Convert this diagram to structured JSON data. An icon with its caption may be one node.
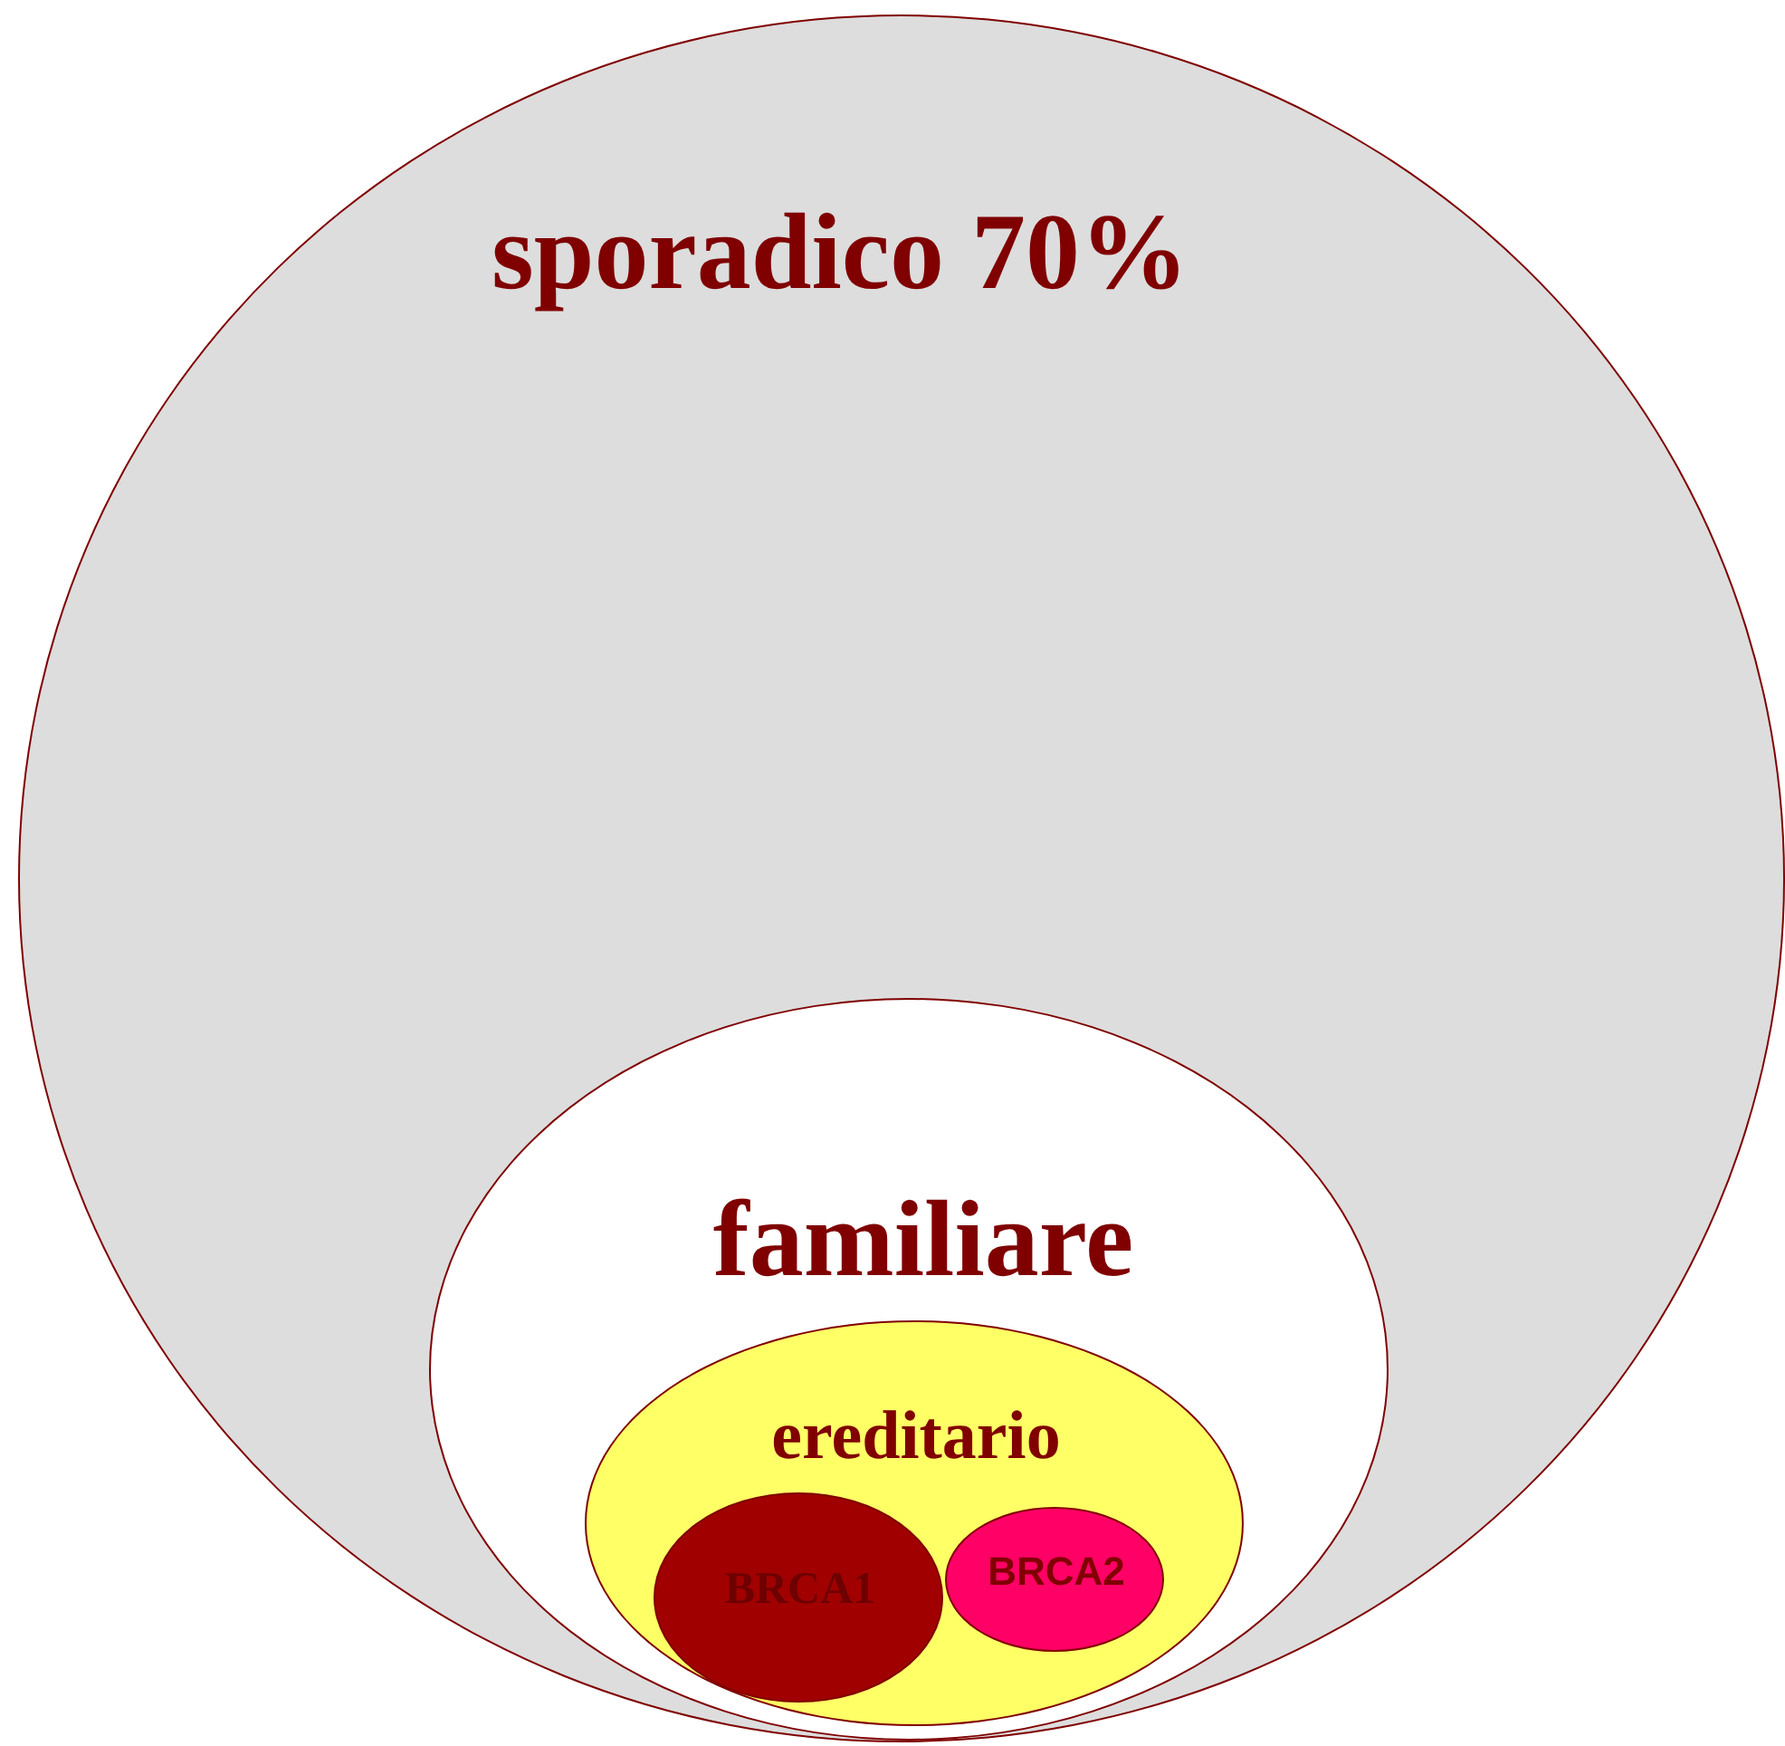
{
  "diagram": {
    "nodes": [
      {
        "text": [
          "sporadico 70%"
        ]
      },
      {
        "text": [
          "familiare"
        ],
        "in": 0
      },
      {
        "text": [
          "ereditario"
        ],
        "in": 1
      },
      {
        "text": [
          "BRCA1"
        ],
        "in": 2
      },
      {
        "text": [
          "BRCA2"
        ],
        "in": 2
      }
    ]
  }
}
